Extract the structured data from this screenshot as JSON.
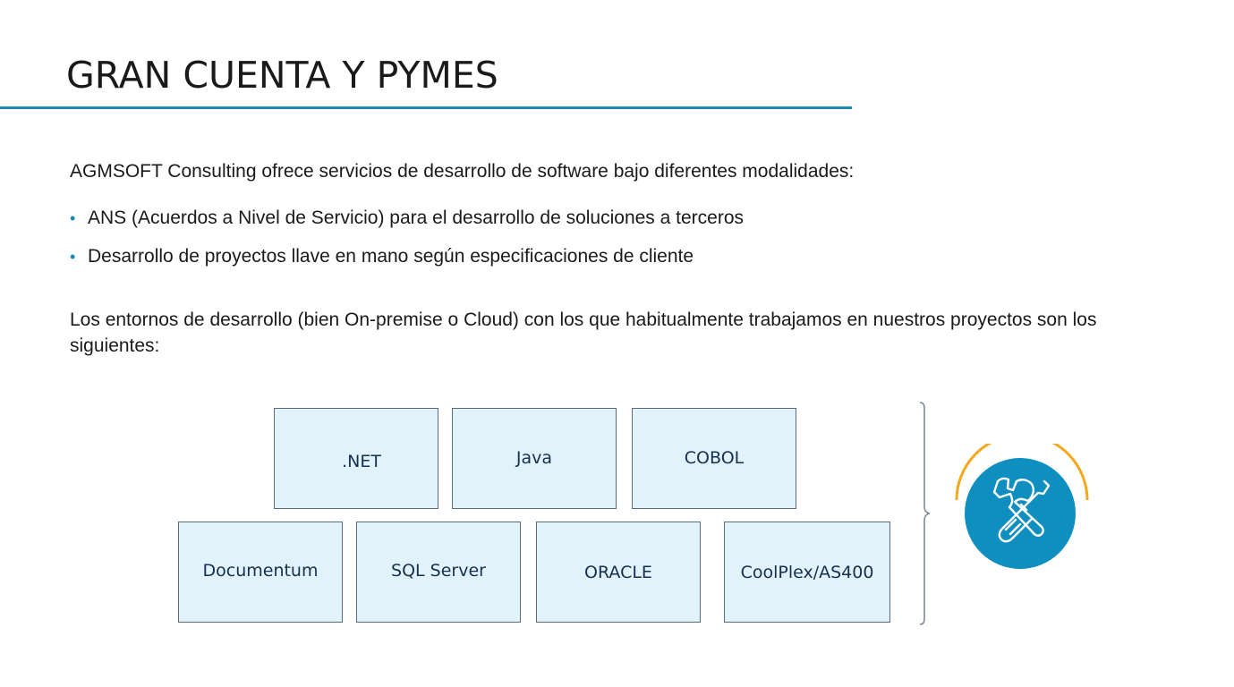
{
  "slide": {
    "title": "GRAN CUENTA  Y PYMES",
    "intro": "AGMSOFT Consulting ofrece servicios de desarrollo de software bajo diferentes modalidades:",
    "bullets": [
      "ANS (Acuerdos a Nivel de Servicio) para el desarrollo de soluciones a terceros",
      "Desarrollo de proyectos llave en mano según especificaciones de cliente"
    ],
    "paragraph": "Los entornos de desarrollo (bien On-premise o Cloud) con los que habitualmente trabajamos en nuestros proyectos son los siguientes:"
  },
  "environments": {
    "top_row": [
      ".NET",
      "Java",
      "COBOL"
    ],
    "bottom_row": [
      "Documentum",
      "SQL Server",
      "ORACLE",
      "CoolPlex/AS400"
    ]
  },
  "icon": {
    "name": "wrench-screwdriver-icon",
    "circle_color": "#0e8fbf",
    "arc_color": "#f5a81c"
  },
  "colors": {
    "accent": "#1a8ab5",
    "box_fill": "#e1f2fa",
    "box_text": "#15314f"
  }
}
